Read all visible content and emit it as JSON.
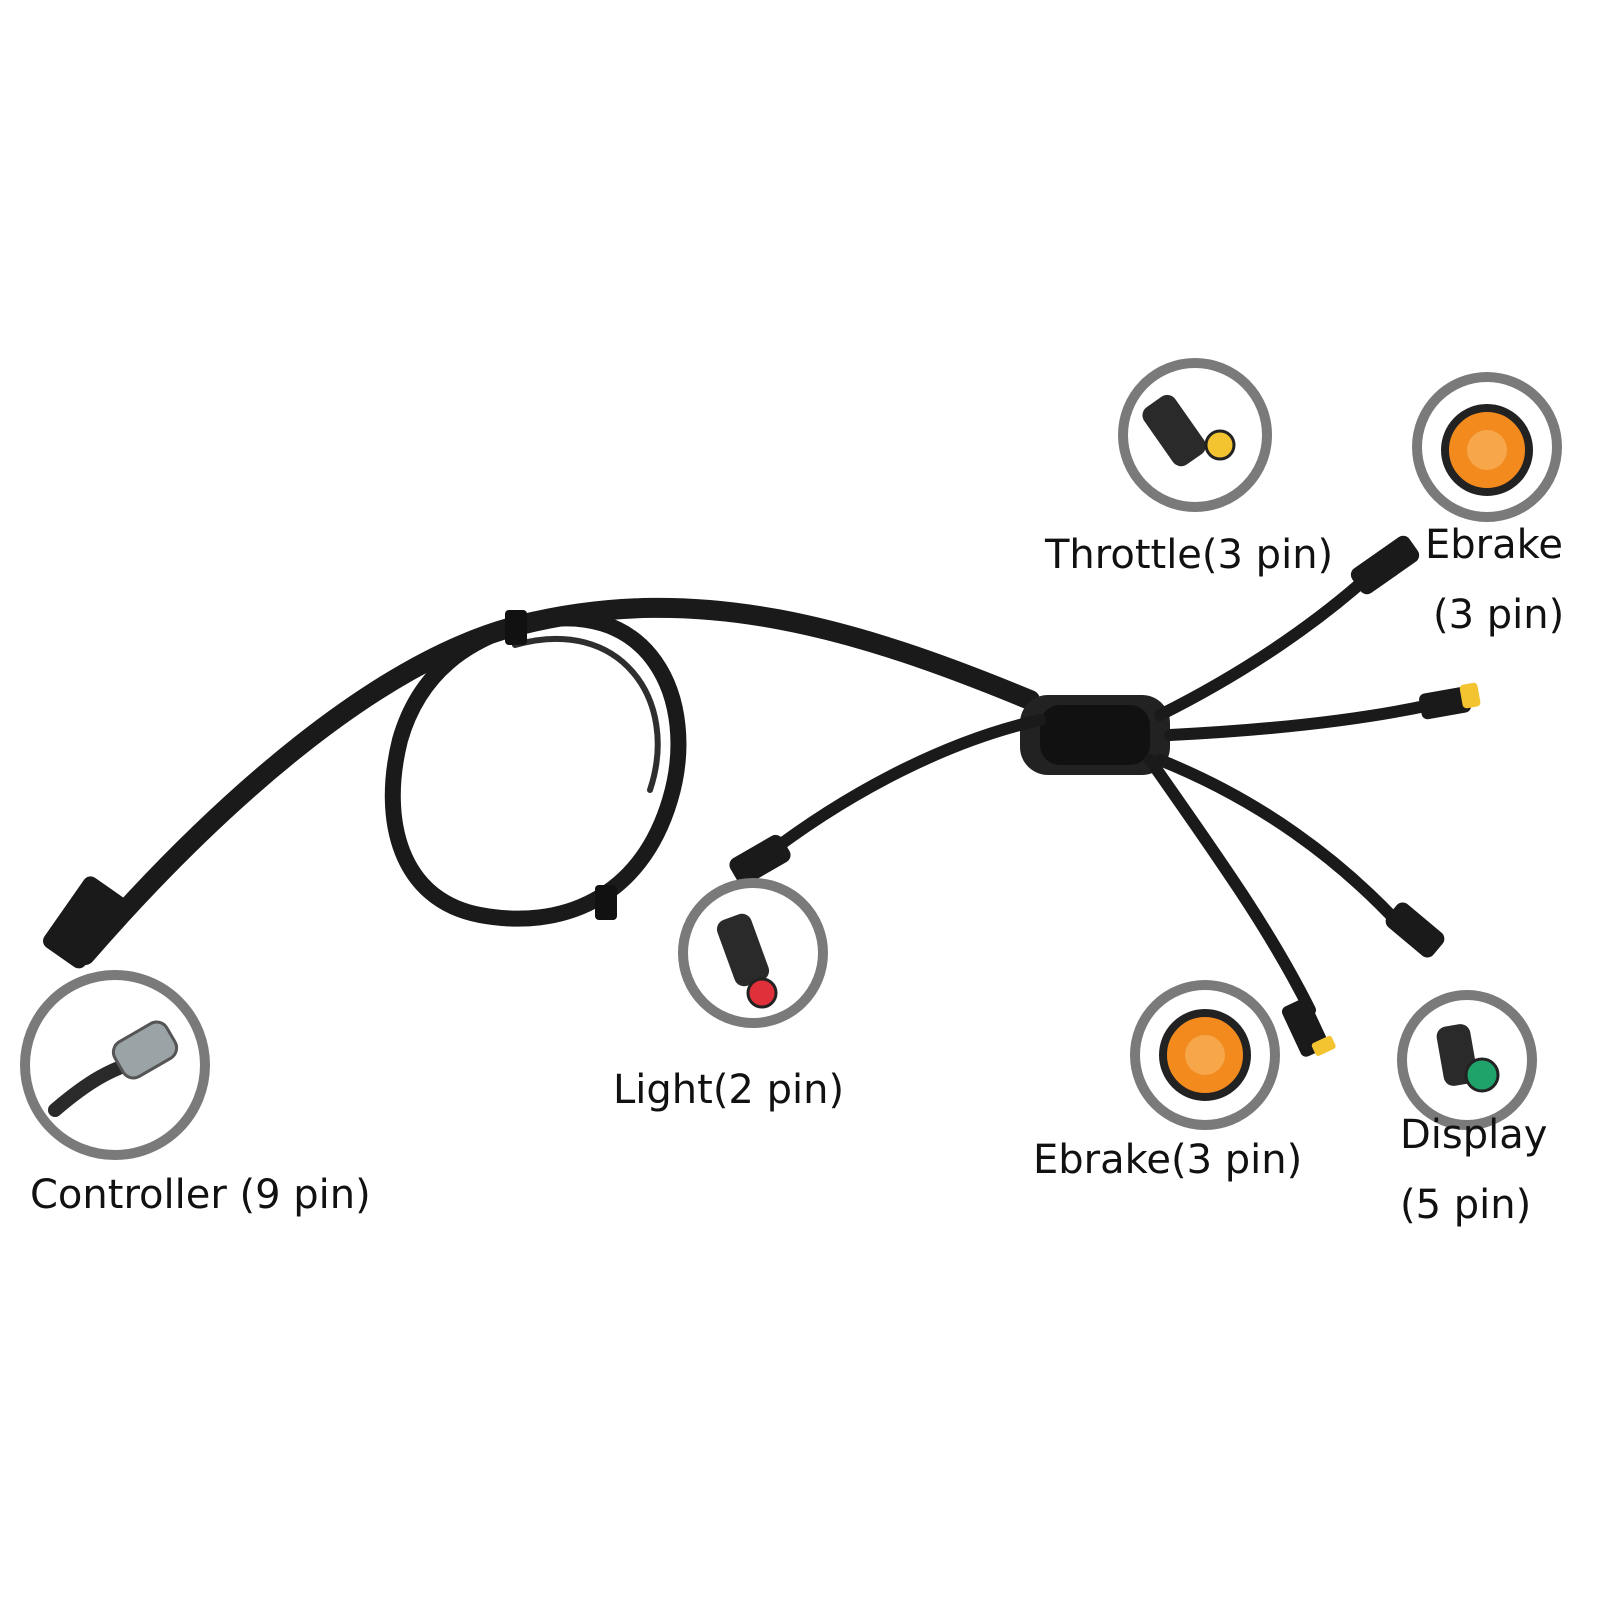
{
  "labels": {
    "throttle": "Throttle(3 pin)",
    "ebrake_top_line1": "Ebrake",
    "ebrake_top_line2": "(3 pin)",
    "light": "Light(2 pin)",
    "ebrake_bottom": "Ebrake(3 pin)",
    "display_line1": "Display",
    "display_line2": "(5 pin)",
    "controller": "Controller (9 pin)"
  },
  "colors": {
    "background": "#ffffff",
    "cable": "#1a1a1a",
    "badge_ring": "#7a7a7a",
    "controller_connector": "#9aa3a6",
    "throttle_connector": "#f4c430",
    "ebrake_connector": "#f28a1e",
    "light_connector": "#e0303a",
    "display_connector": "#1fa36a"
  }
}
